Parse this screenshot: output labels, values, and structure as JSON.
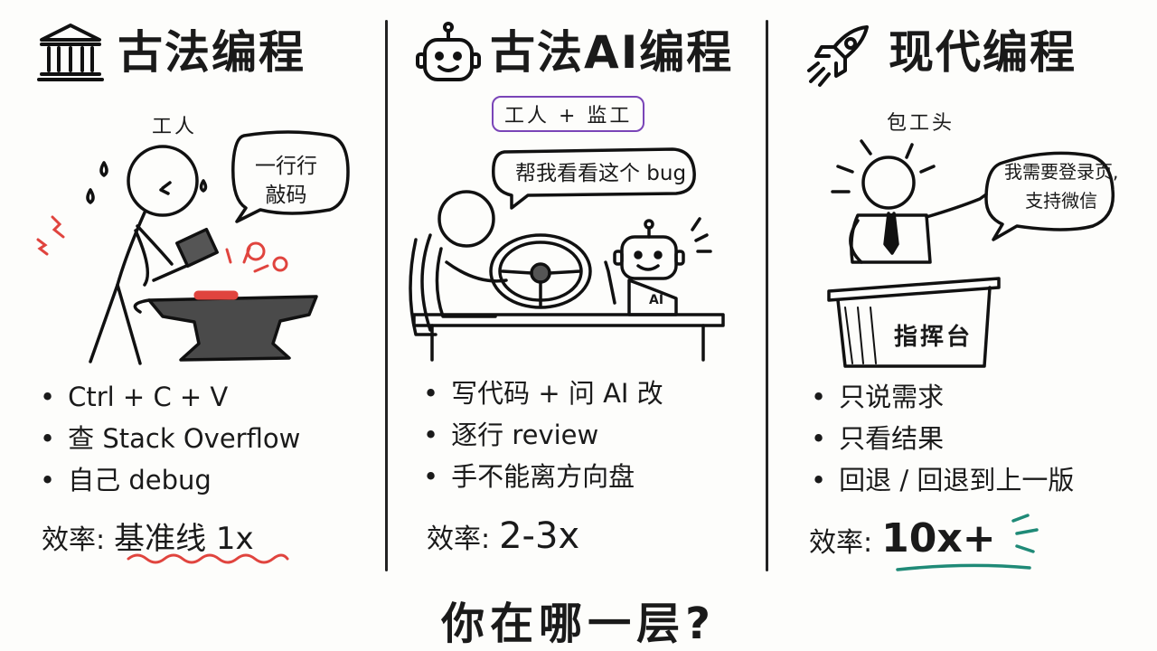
{
  "columns": [
    {
      "title": "古法编程",
      "icon": "temple-icon",
      "role": "工人",
      "bubble_lines": [
        "一行行",
        "敲码"
      ],
      "bullets": [
        "Ctrl + C + V",
        "查 Stack Overflow",
        "自己 debug"
      ],
      "efficiency_label": "效率:",
      "efficiency_value": "基准线 1x",
      "accent": "#e0443e"
    },
    {
      "title": "古法AI编程",
      "icon": "robot-icon",
      "role": "工人 + 监工",
      "bubble_lines": [
        "帮我看看这个 bug"
      ],
      "ai_label": "AI",
      "bullets": [
        "写代码 + 问 AI 改",
        "逐行 review",
        "手不能离方向盘"
      ],
      "efficiency_label": "效率:",
      "efficiency_value": "2-3x",
      "accent": "#7a45b8"
    },
    {
      "title": "现代编程",
      "icon": "rocket-icon",
      "role": "包工头",
      "bubble_lines": [
        "我需要登录页,",
        "支持微信"
      ],
      "podium_label": "指挥台",
      "bullets": [
        "只说需求",
        "只看结果",
        "回退 / 回退到上一版"
      ],
      "efficiency_label": "效率:",
      "efficiency_value": "10x+",
      "accent": "#1f8a77"
    }
  ],
  "question": "你在哪一层?"
}
